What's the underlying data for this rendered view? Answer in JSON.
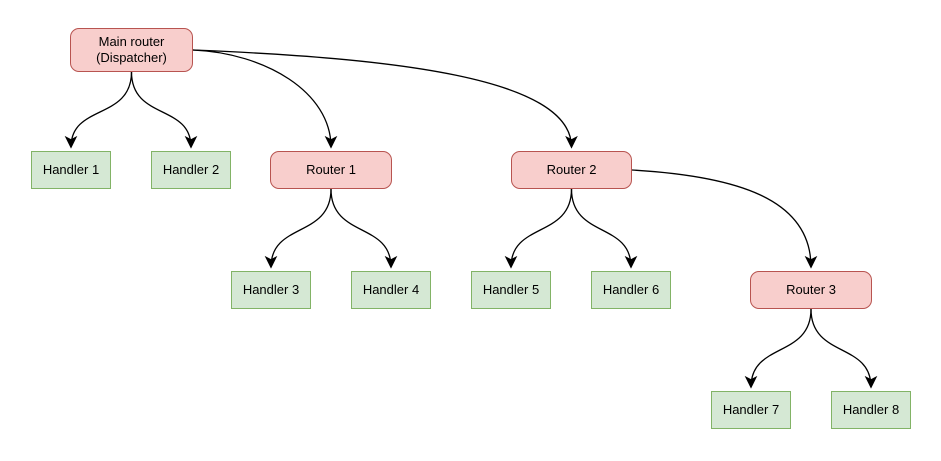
{
  "diagram": {
    "type": "flowchart",
    "background": "#ffffff",
    "colors": {
      "router_fill": "#f8cecc",
      "router_stroke": "#b85450",
      "handler_fill": "#d5e8d4",
      "handler_stroke": "#82b366",
      "edge_stroke": "#000000",
      "text": "#000000"
    },
    "nodes": [
      {
        "id": "main-router",
        "label": "Main router",
        "sublabel": "(Dispatcher)",
        "kind": "router"
      },
      {
        "id": "handler-1",
        "label": "Handler 1",
        "kind": "handler"
      },
      {
        "id": "handler-2",
        "label": "Handler 2",
        "kind": "handler"
      },
      {
        "id": "router-1",
        "label": "Router 1",
        "kind": "router"
      },
      {
        "id": "router-2",
        "label": "Router 2",
        "kind": "router"
      },
      {
        "id": "handler-3",
        "label": "Handler 3",
        "kind": "handler"
      },
      {
        "id": "handler-4",
        "label": "Handler 4",
        "kind": "handler"
      },
      {
        "id": "handler-5",
        "label": "Handler 5",
        "kind": "handler"
      },
      {
        "id": "handler-6",
        "label": "Handler 6",
        "kind": "handler"
      },
      {
        "id": "router-3",
        "label": "Router 3",
        "kind": "router"
      },
      {
        "id": "handler-7",
        "label": "Handler 7",
        "kind": "handler"
      },
      {
        "id": "handler-8",
        "label": "Handler 8",
        "kind": "handler"
      }
    ],
    "edges": [
      {
        "from": "main-router",
        "to": "handler-1"
      },
      {
        "from": "main-router",
        "to": "handler-2"
      },
      {
        "from": "main-router",
        "to": "router-1"
      },
      {
        "from": "main-router",
        "to": "router-2"
      },
      {
        "from": "router-1",
        "to": "handler-3"
      },
      {
        "from": "router-1",
        "to": "handler-4"
      },
      {
        "from": "router-2",
        "to": "handler-5"
      },
      {
        "from": "router-2",
        "to": "handler-6"
      },
      {
        "from": "router-2",
        "to": "router-3"
      },
      {
        "from": "router-3",
        "to": "handler-7"
      },
      {
        "from": "router-3",
        "to": "handler-8"
      }
    ]
  }
}
